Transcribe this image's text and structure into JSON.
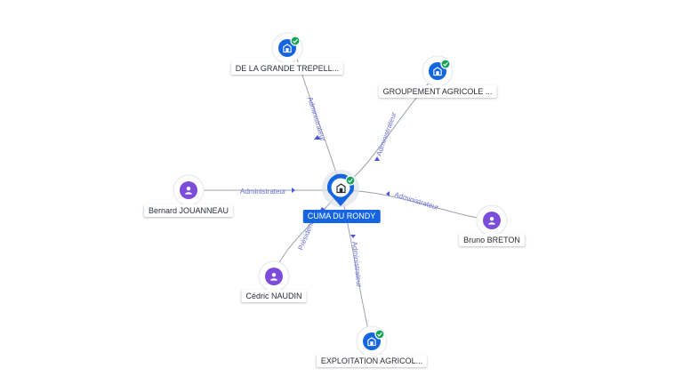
{
  "colors": {
    "company": "#1565e0",
    "person": "#7c4ddb",
    "verified": "#19a35a",
    "edge": "#9aa3ad",
    "edge_label": "#6b6fd6"
  },
  "center": {
    "label": "CUMA DU RONDY",
    "icon": "building-icon",
    "verified": true
  },
  "nodes": {
    "grande_trepell": {
      "label": "DE LA GRANDE TREPELL...",
      "icon": "building-icon",
      "verified": true
    },
    "groupement": {
      "label": "GROUPEMENT AGRICOLE ...",
      "icon": "building-icon",
      "verified": true
    },
    "jouanneau": {
      "label": "Bernard JOUANNEAU",
      "icon": "person-icon"
    },
    "breton": {
      "label": "Bruno BRETON",
      "icon": "person-icon"
    },
    "naudin": {
      "label": "Cédric NAUDIN",
      "icon": "person-icon"
    },
    "exploitation": {
      "label": "EXPLOITATION AGRICOL...",
      "icon": "building-icon",
      "verified": true
    }
  },
  "edges": {
    "grande_trepell": "Administrateur",
    "groupement": "Administrateur",
    "jouanneau": "Administrateur",
    "breton": "Administrateur",
    "naudin": "Président",
    "exploitation": "Administrateur"
  }
}
